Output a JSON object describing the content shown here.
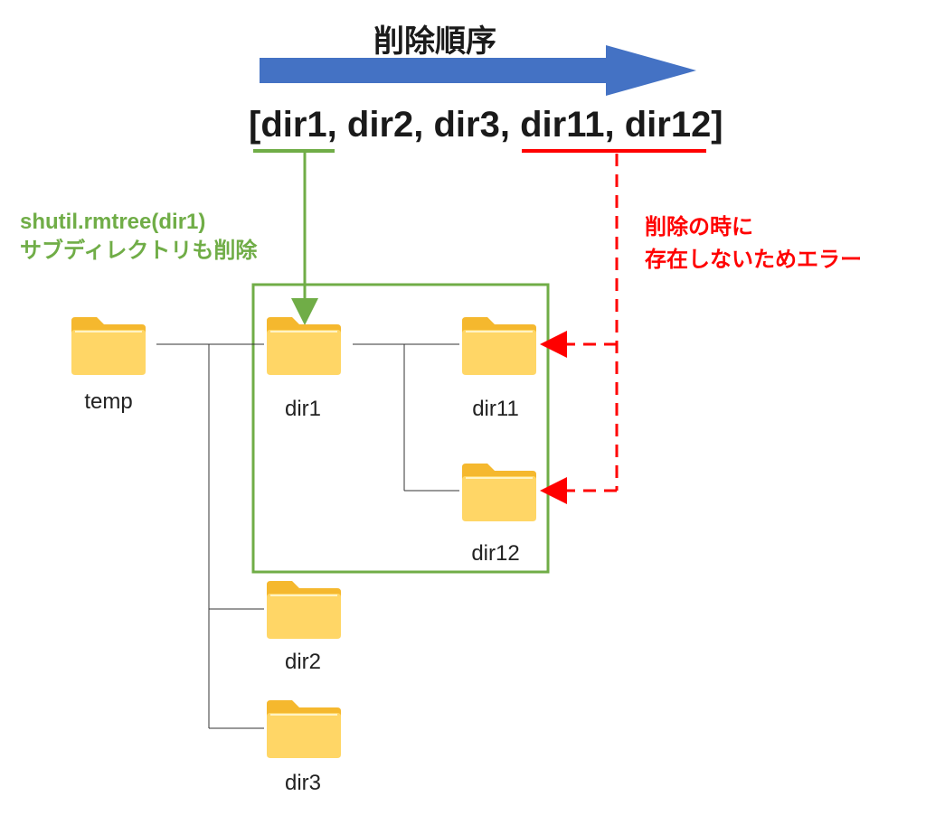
{
  "title": "削除順序",
  "order_list": "[dir1, dir2, dir3, dir11, dir12]",
  "green_note": {
    "line1": "shutil.rmtree(dir1)",
    "line2": "サブディレクトリも削除"
  },
  "red_note": {
    "line1": "削除の時に",
    "line2": "存在しないためエラー"
  },
  "folders": {
    "temp": "temp",
    "dir1": "dir1",
    "dir11": "dir11",
    "dir12": "dir12",
    "dir2": "dir2",
    "dir3": "dir3"
  },
  "colors": {
    "arrow_blue": "#4472c4",
    "green": "#70ad47",
    "red": "#ff0000",
    "folder_back": "#f5b82e",
    "folder_front": "#ffd666",
    "tree_line": "#333333"
  },
  "icons": {
    "folder": "folder-icon"
  }
}
